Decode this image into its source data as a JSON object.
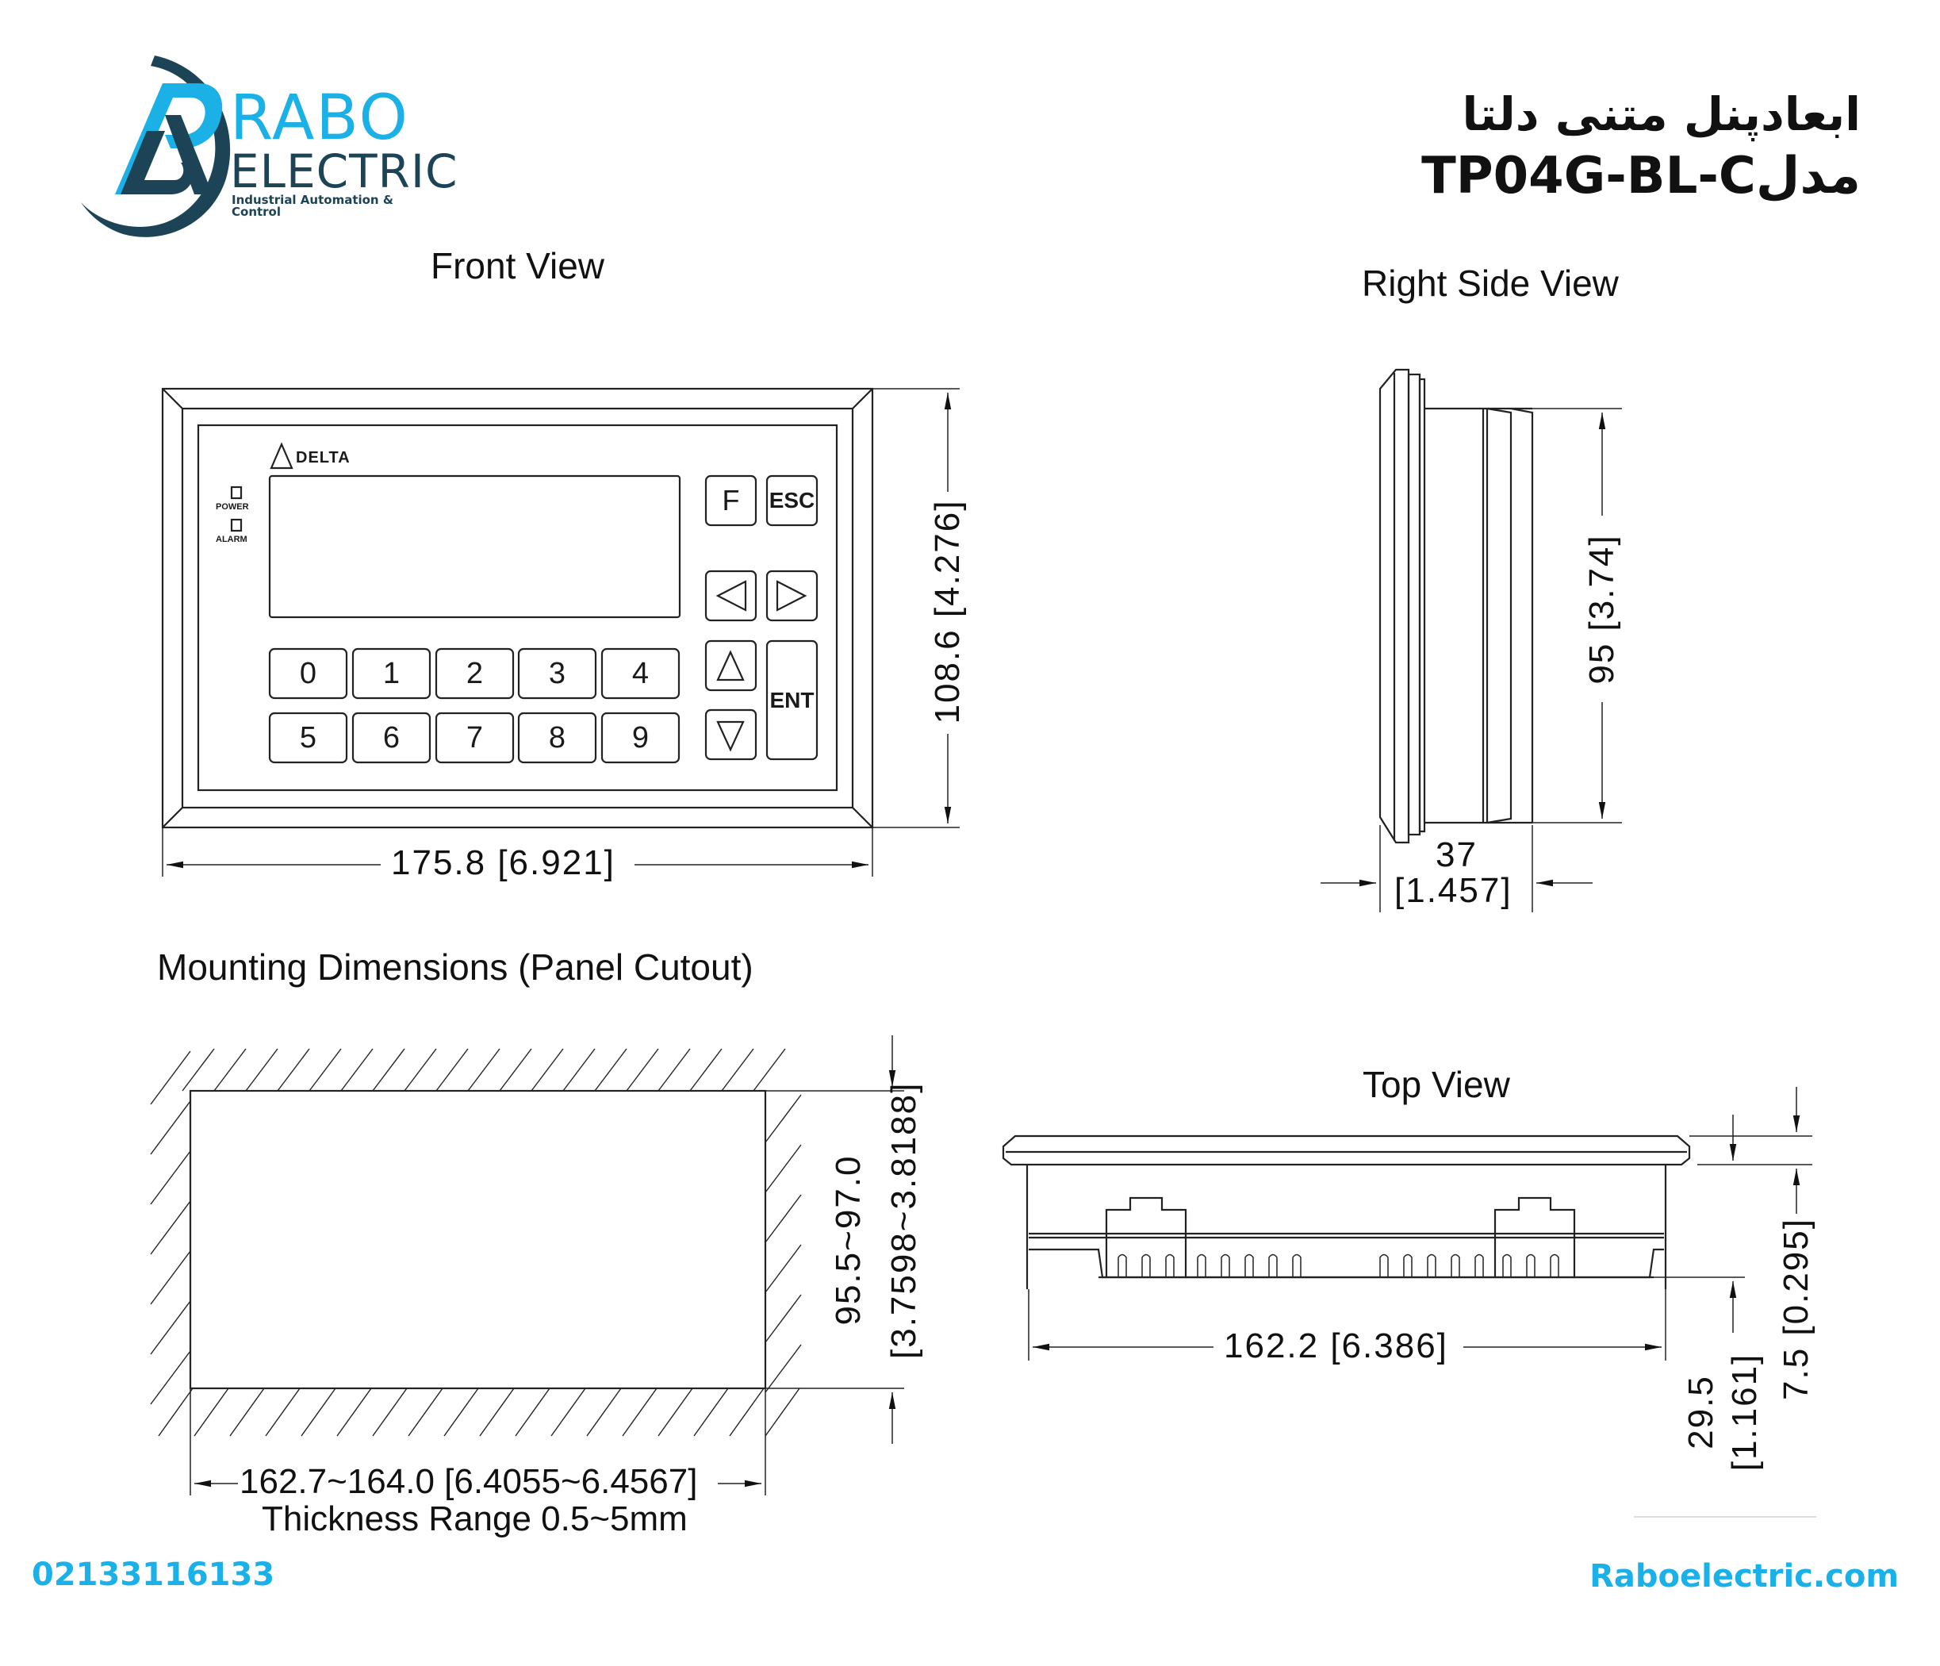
{
  "brand": {
    "logo_mark": "RB-monogram",
    "name_line1": "RABO",
    "name_line2": "ELECTRIC",
    "tagline": "Industrial Automation & Control",
    "colors": {
      "light_blue": "#1bb1e6",
      "dark_blue": "#1c4356"
    }
  },
  "header": {
    "title_fa": "ابعادپنل متنی دلتا",
    "model_prefix_fa": "مدل",
    "model": "TP04G-BL-C"
  },
  "views": {
    "front": {
      "label": "Front View",
      "brand_on_device": "DELTA",
      "indicators": [
        "POWER",
        "ALARM"
      ],
      "keys_function": [
        "F",
        "ESC"
      ],
      "keys_numeric_row1": [
        "0",
        "1",
        "2",
        "3",
        "4"
      ],
      "keys_numeric_row2": [
        "5",
        "6",
        "7",
        "8",
        "9"
      ],
      "keys_nav": [
        "left-arrow",
        "right-arrow",
        "up-arrow",
        "down-arrow"
      ],
      "key_enter": "ENT",
      "dim_width": "175.8 [6.921]",
      "dim_height": "108.6 [4.276]"
    },
    "right_side": {
      "label": "Right Side View",
      "dim_height": "95 [3.74]",
      "dim_depth_mm": "37",
      "dim_depth_in": "[1.457]"
    },
    "mounting": {
      "label": "Mounting Dimensions (Panel Cutout)",
      "dim_height_mm": "95.5~97.0",
      "dim_height_in": "[3.7598~3.8188]",
      "dim_width": "162.7~164.0 [6.4055~6.4567]",
      "thickness": "Thickness Range 0.5~5mm"
    },
    "top": {
      "label": "Top View",
      "dim_width": "162.2 [6.386]",
      "dim_depth_mm": "29.5",
      "dim_depth_in": "[1.161]",
      "dim_bezel": "7.5 [0.295]"
    }
  },
  "footer": {
    "phone": "02133116133",
    "website": "Raboelectric.com",
    "color": "#1ab0e8"
  }
}
